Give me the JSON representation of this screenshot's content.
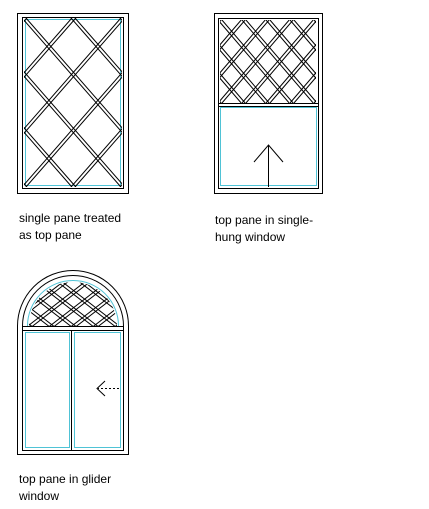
{
  "figures": [
    {
      "id": "single-pane",
      "caption_lines": [
        "single pane treated",
        "as top pane"
      ]
    },
    {
      "id": "single-hung",
      "caption_lines": [
        "top pane in single-",
        "hung window"
      ]
    },
    {
      "id": "glider",
      "caption_lines": [
        "top pane in glider",
        "window"
      ]
    }
  ],
  "colors": {
    "outline": "#000000",
    "glass": "#4fc3d6",
    "background": "#ffffff"
  }
}
